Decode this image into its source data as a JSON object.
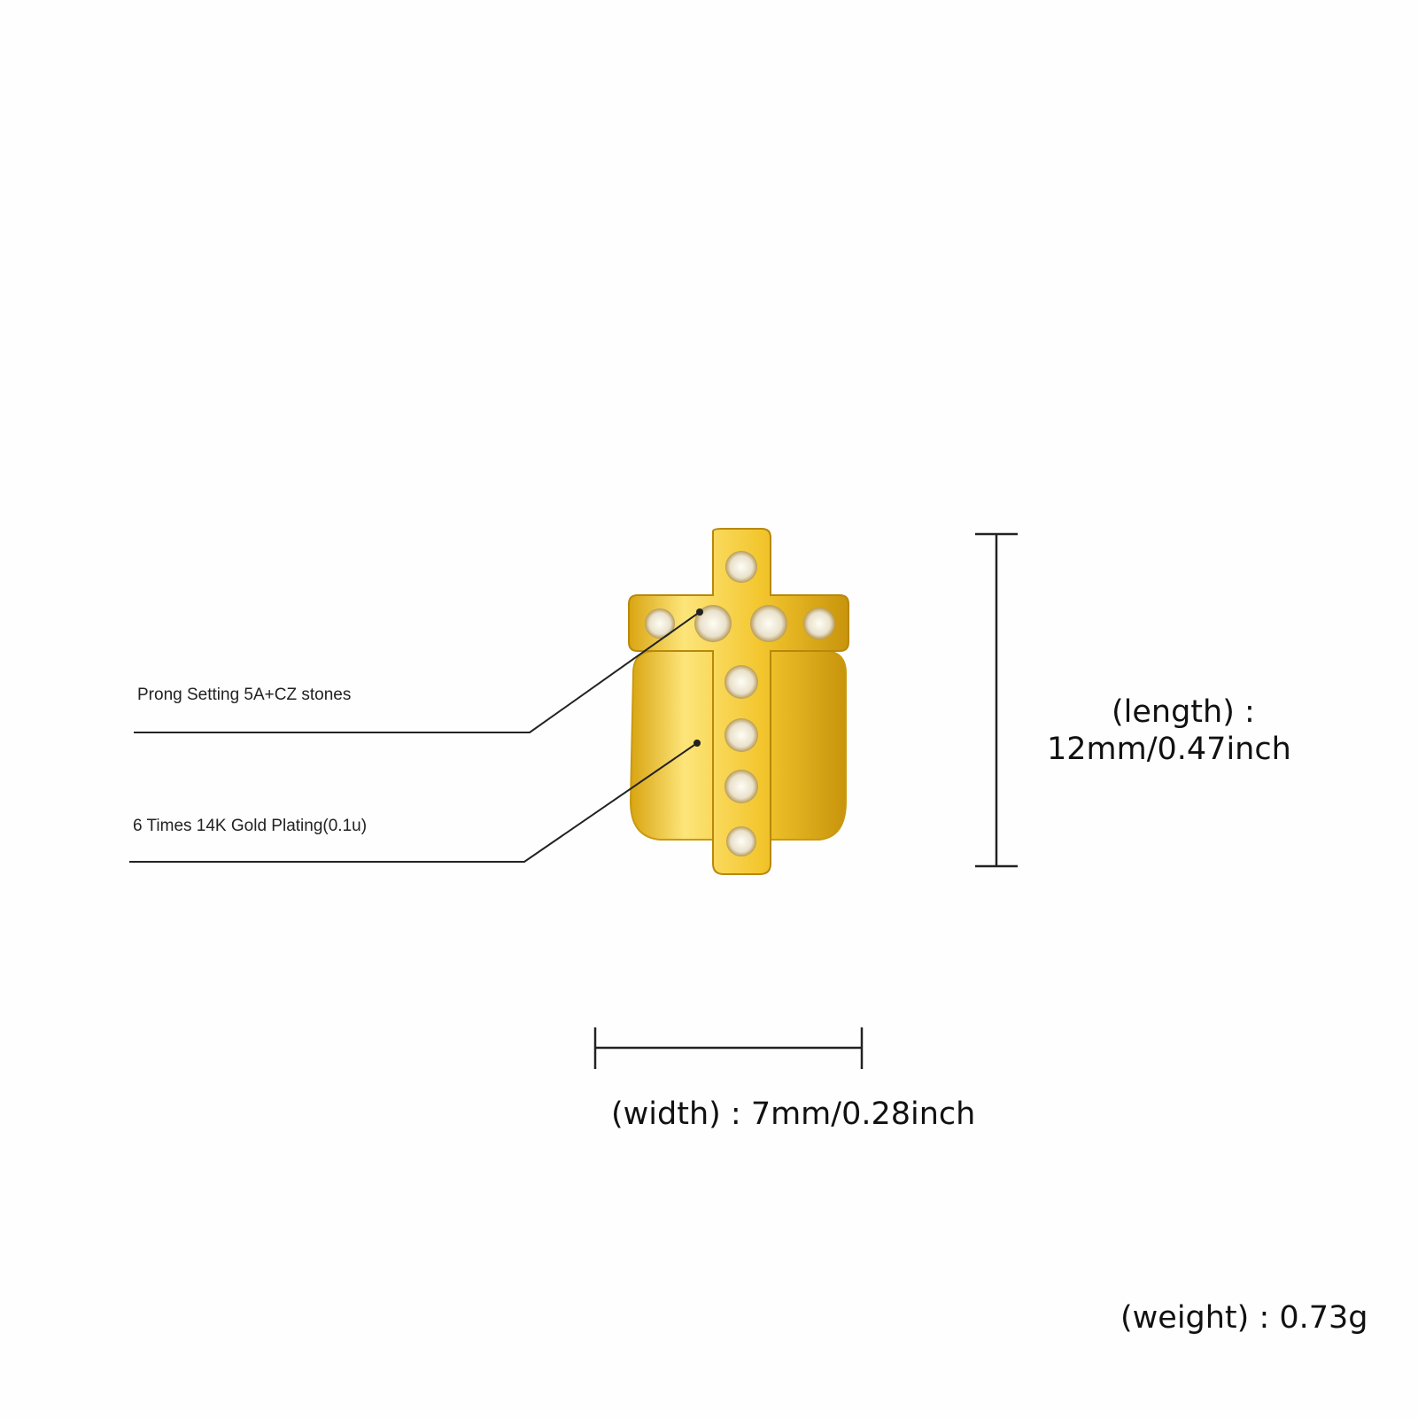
{
  "callouts": {
    "stones": "Prong Setting 5A+CZ stones",
    "plating": "6 Times  14K  Gold  Plating(0.1u)"
  },
  "dimensions": {
    "length_label": "(length) :",
    "length_value": "12mm/0.47inch",
    "width_label": "(width) : 7mm/0.28inch",
    "weight_label": "(weight) : 0.73g"
  },
  "colors": {
    "gold": "#f2c531",
    "gold_dark": "#c99a10",
    "line": "#222222"
  }
}
